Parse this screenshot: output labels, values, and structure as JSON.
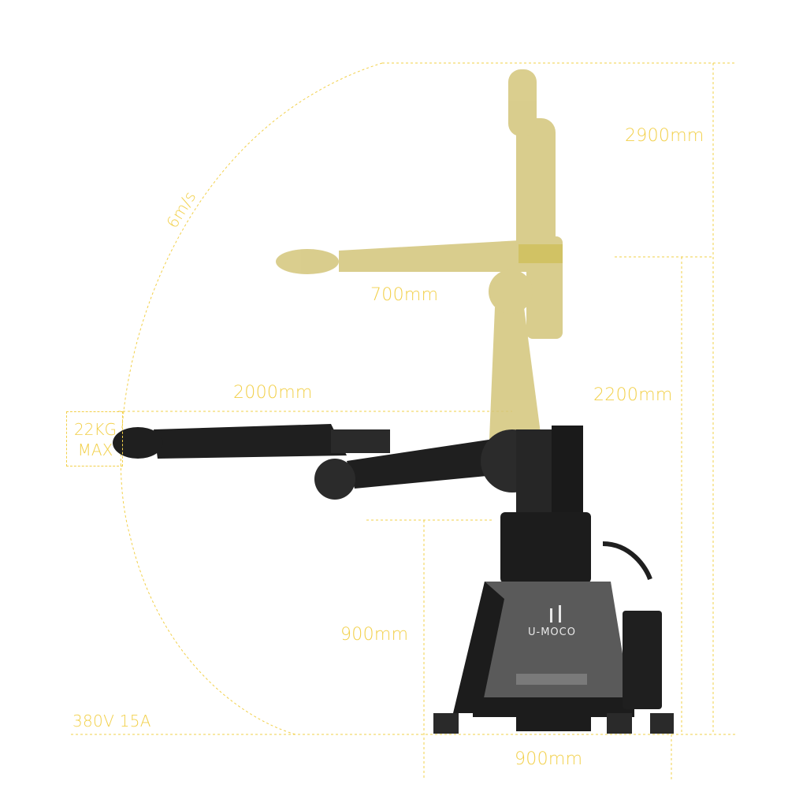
{
  "dimensions": {
    "total_height": "2900mm",
    "column_height": "2200mm",
    "upper_arm": "700mm",
    "reach": "2000mm",
    "base_height": "900mm",
    "base_width": "900mm"
  },
  "speed": "6m/s",
  "payload": {
    "line1": "22KG",
    "line2": "MAX"
  },
  "power": "380V 15A",
  "brand": {
    "name": "U-MOCO"
  },
  "colors": {
    "annotation": "#f2d04a",
    "robot_dark": "#1f1f1f",
    "robot_ghost": "#d3c57a",
    "base_panel": "#5a5a5a"
  }
}
